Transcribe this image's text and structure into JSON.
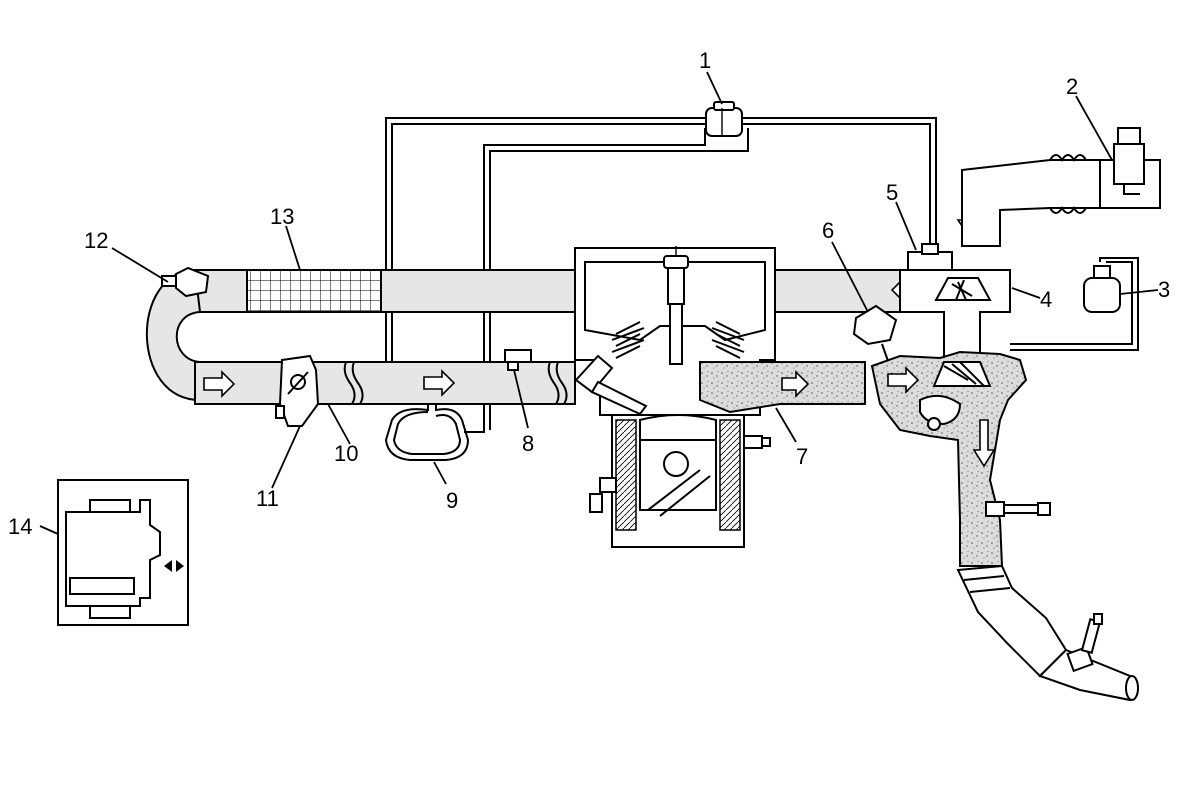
{
  "callouts": {
    "c1": "1",
    "c2": "2",
    "c3": "3",
    "c4": "4",
    "c5": "5",
    "c6": "6",
    "c7": "7",
    "c8": "8",
    "c9": "9",
    "c10": "10",
    "c11": "11",
    "c12": "12",
    "c13": "13",
    "c14": "14"
  },
  "colors": {
    "line": "#000000",
    "duct_fill": "#e6e6e6",
    "exhaust_fill": "#d4d4d4",
    "background": "#ffffff"
  },
  "icons": {
    "flow_arrow": "flow-arrow-icon",
    "connector_arrows": "bidirectional-arrow-icon"
  }
}
